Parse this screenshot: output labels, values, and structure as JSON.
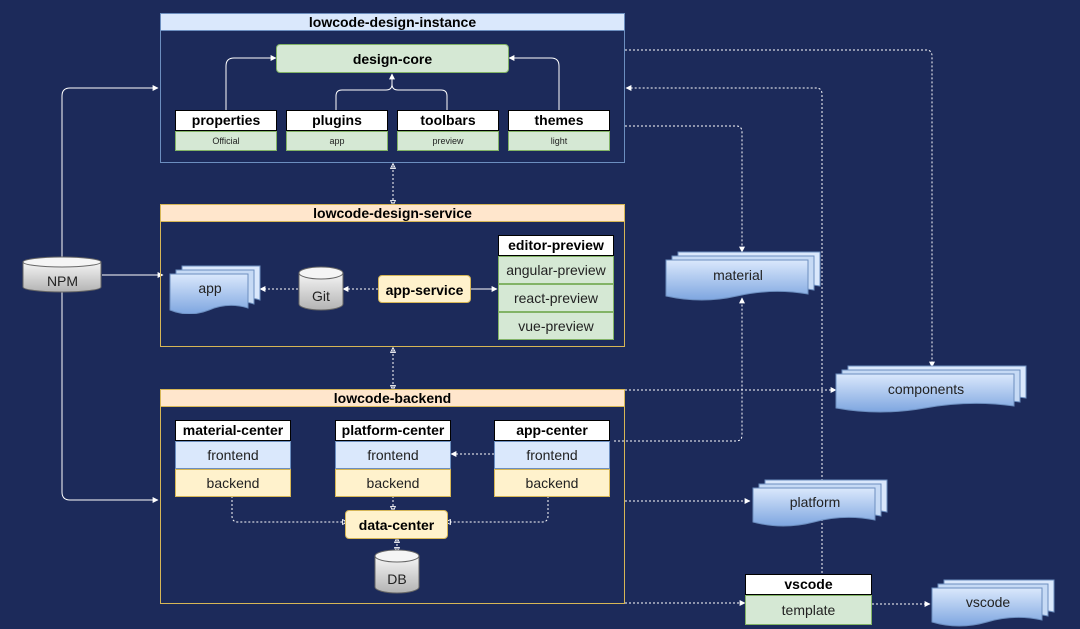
{
  "instance": {
    "title": "lowcode-design-instance",
    "core": "design-core",
    "modules": [
      {
        "name": "properties",
        "sub": "Official"
      },
      {
        "name": "plugins",
        "sub": "app"
      },
      {
        "name": "toolbars",
        "sub": "preview"
      },
      {
        "name": "themes",
        "sub": "light"
      }
    ]
  },
  "service": {
    "title": "lowcode-design-service",
    "app": "app",
    "git": "Git",
    "app_service": "app-service",
    "editor_preview": {
      "title": "editor-preview",
      "items": [
        "angular-preview",
        "react-preview",
        "vue-preview"
      ]
    }
  },
  "backend": {
    "title": "lowcode-backend",
    "centers": [
      {
        "name": "material-center",
        "frontend": "frontend",
        "backend": "backend"
      },
      {
        "name": "platform-center",
        "frontend": "frontend",
        "backend": "backend"
      },
      {
        "name": "app-center",
        "frontend": "frontend",
        "backend": "backend"
      }
    ],
    "data_center": "data-center",
    "db": "DB"
  },
  "npm": "NPM",
  "material": "material",
  "components": "components",
  "platform": "platform",
  "vscode": {
    "title": "vscode",
    "template": "template",
    "output": "vscode"
  },
  "colors": {
    "background": "#1c2a5a",
    "green": "#d5e8d4",
    "blue": "#dae8fc",
    "yellow": "#fff2cc",
    "orange": "#ffe6cc"
  }
}
